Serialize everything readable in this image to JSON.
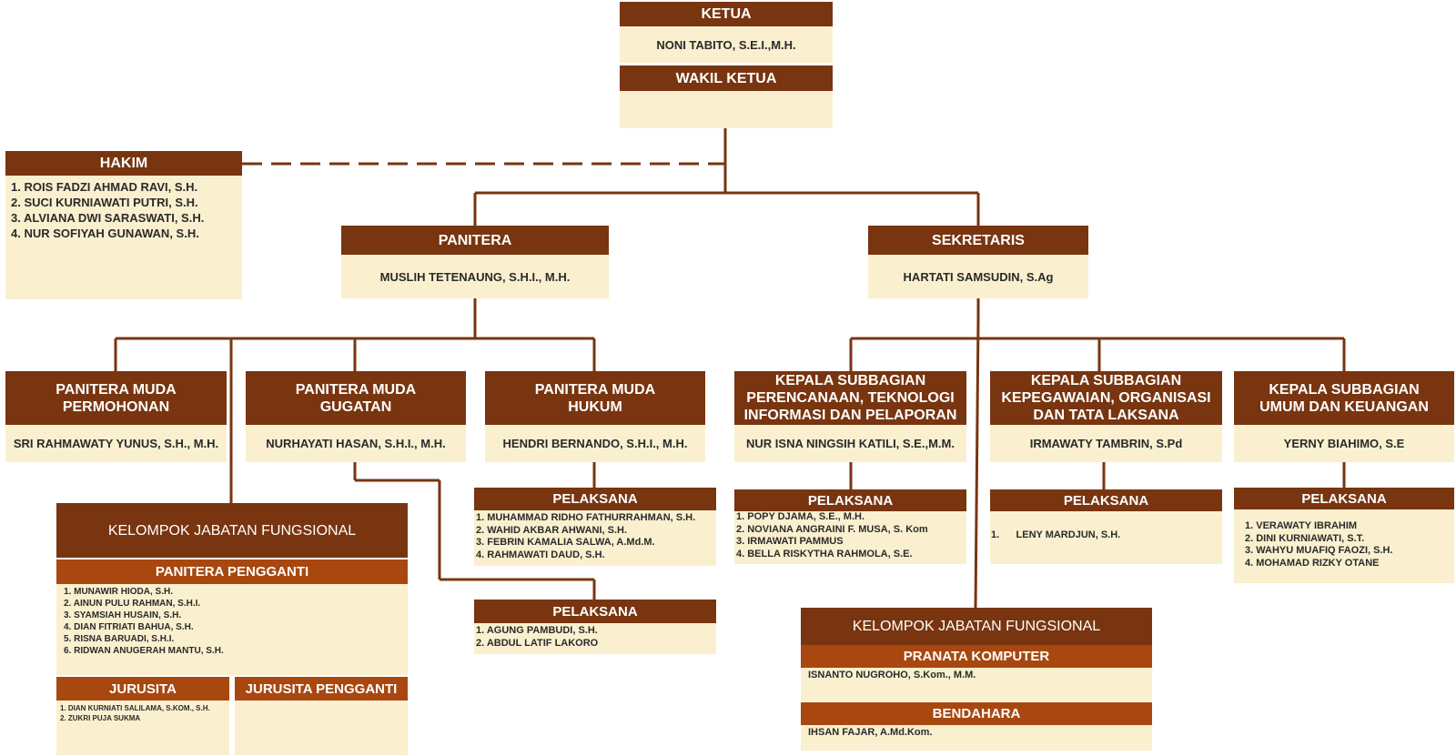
{
  "ketua": {
    "title": "KETUA",
    "name": "NONI TABITO, S.E.I.,M.H."
  },
  "wakil_ketua": {
    "title": "WAKIL KETUA",
    "name": ""
  },
  "hakim": {
    "title": "HAKIM",
    "members": [
      "1. ROIS FADZI AHMAD RAVI, S.H.",
      "2. SUCI KURNIAWATI PUTRI, S.H.",
      "3. ALVIANA DWI SARASWATI, S.H.",
      "4. NUR SOFIYAH GUNAWAN, S.H."
    ]
  },
  "panitera": {
    "title": "PANITERA",
    "name": "MUSLIH TETENAUNG, S.H.I., M.H."
  },
  "sekretaris": {
    "title": "SEKRETARIS",
    "name": "HARTATI SAMSUDIN, S.Ag"
  },
  "pm_permohonan": {
    "title": "PANITERA MUDA\nPERMOHONAN",
    "name": "SRI RAHMAWATY YUNUS, S.H., M.H."
  },
  "pm_gugatan": {
    "title": "PANITERA MUDA\nGUGATAN",
    "name": "NURHAYATI HASAN, S.H.I., M.H."
  },
  "pm_hukum": {
    "title": "PANITERA MUDA\nHUKUM",
    "name": "HENDRI BERNANDO, S.H.I., M.H."
  },
  "ksb_ptip": {
    "title": "KEPALA SUBBAGIAN\nPERENCANAAN, TEKNOLOGI\nINFORMASI DAN PELAPORAN",
    "name": "NUR ISNA NINGSIH KATILI, S.E.,M.M."
  },
  "ksb_kot": {
    "title": "KEPALA SUBBAGIAN\nKEPEGAWAIAN, ORGANISASI\nDAN TATA LAKSANA",
    "name": "IRMAWATY TAMBRIN, S.Pd"
  },
  "ksb_uk": {
    "title": "KEPALA SUBBAGIAN\nUMUM DAN KEUANGAN",
    "name": "YERNY BIAHIMO, S.E"
  },
  "pel_hukum": {
    "title": "PELAKSANA",
    "members": [
      "1. MUHAMMAD RIDHO FATHURRAHMAN, S.H.",
      "2. WAHID AKBAR AHWANI, S.H.",
      "3. FEBRIN KAMALIA SALWA, A.Md.M.",
      "4. RAHMAWATI DAUD, S.H."
    ]
  },
  "pel_gugatan": {
    "title": "PELAKSANA",
    "members": [
      "1. AGUNG PAMBUDI, S.H.",
      "2. ABDUL LATIF LAKORO"
    ]
  },
  "pel_ptip": {
    "title": "PELAKSANA",
    "members": [
      "1. POPY DJAMA, S.E., M.H.",
      "2. NOVIANA ANGRAINI F. MUSA, S. Kom",
      "3. IRMAWATI PAMMUS",
      "4. BELLA RISKYTHA RAHMOLA, S.E."
    ]
  },
  "pel_kot": {
    "title": "PELAKSANA",
    "members": [
      "1.      LENY MARDJUN, S.H."
    ]
  },
  "pel_uk": {
    "title": "PELAKSANA",
    "members": [
      "1. VERAWATY IBRAHIM",
      "2. DINI KURNIAWATI, S.T.",
      "3. WAHYU MUAFIQ FAOZI, S.H.",
      "4. MOHAMAD RIZKY OTANE"
    ]
  },
  "kjf_left": {
    "title": "KELOMPOK JABATAN FUNGSIONAL",
    "pp_title": "PANITERA PENGGANTI",
    "pp_members": [
      "1. MUNAWIR HIODA, S.H.",
      "2. AINUN PULU RAHMAN, S.H.I.",
      "3. SYAMSIAH HUSAIN, S.H.",
      "4. DIAN FITRIATI BAHUA, S.H.",
      "5. RISNA BARUADI, S.H.I.",
      "6. RIDWAN ANUGERAH MANTU, S.H."
    ],
    "js_title": "JURUSITA",
    "js_members": [
      "1. DIAN KURNIATI SALILAMA, S.KOM., S.H.",
      "2. ZUKRI PUJA SUKMA"
    ],
    "jsp_title": "JURUSITA PENGGANTI"
  },
  "kjf_right": {
    "title": "KELOMPOK JABATAN FUNGSIONAL",
    "pk_title": "PRANATA KOMPUTER",
    "pk_name": "ISNANTO NUGROHO, S.Kom., M.M.",
    "bd_title": "BENDAHARA",
    "bd_name": "IHSAN FAJAR, A.Md.Kom."
  },
  "colors": {
    "header": "#783510",
    "subheader": "#a8470f",
    "body": "#faf0cf",
    "line": "#783510"
  }
}
